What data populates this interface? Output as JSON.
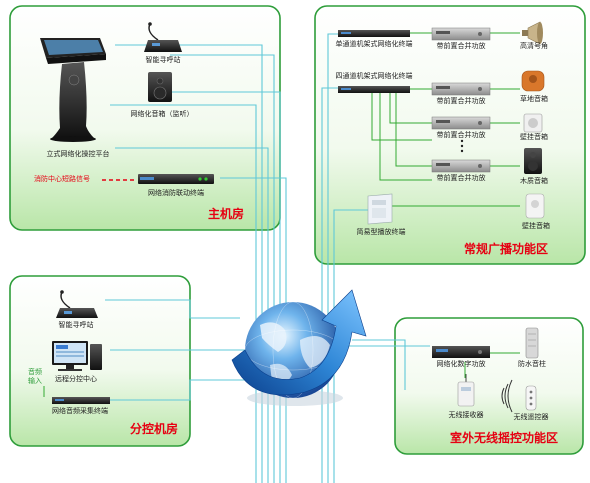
{
  "colors": {
    "panel_border": "#2e9d3a",
    "panel_fill_top": "#ffffff",
    "panel_fill_bottom": "#b9e6a8",
    "cable": "#5fc8d8",
    "connector": "#33aa33",
    "title_red": "#e60012",
    "fire_line": "#e60012"
  },
  "zones": {
    "main_room": {
      "title": "主机房",
      "console": "立式网络化操控平台",
      "paging_station": "智能寻呼站",
      "monitor_speaker": "网络化音箱（监听）",
      "fire_signal": "消防中心短路信号",
      "fire_terminal": "网络消防联动终端"
    },
    "broadcast_zone": {
      "title": "常规广播功能区",
      "single_terminal": "单通道机架式网络化终端",
      "quad_terminal": "四通道机架式网络化终端",
      "amp_labels": [
        "带前置合并功放",
        "带前置合并功放",
        "带前置合并功放",
        "带前置合并功放"
      ],
      "speakers": [
        "高清号角",
        "草地音箱",
        "壁挂音箱",
        "木质音箱",
        "壁挂音箱"
      ],
      "simple_player": "简易型播放终端"
    },
    "branch_room": {
      "title": "分控机房",
      "paging_station": "智能寻呼站",
      "remote_center": "远程分控中心",
      "audio_input": "音频\n输入",
      "audio_terminal": "网络音频采集终端"
    },
    "wireless_zone": {
      "title": "室外无线摇控功能区",
      "digital_amp": "网络化数字功放",
      "column_speaker": "防水音柱",
      "receiver": "无线接收器",
      "remote": "无线遥控器"
    }
  }
}
